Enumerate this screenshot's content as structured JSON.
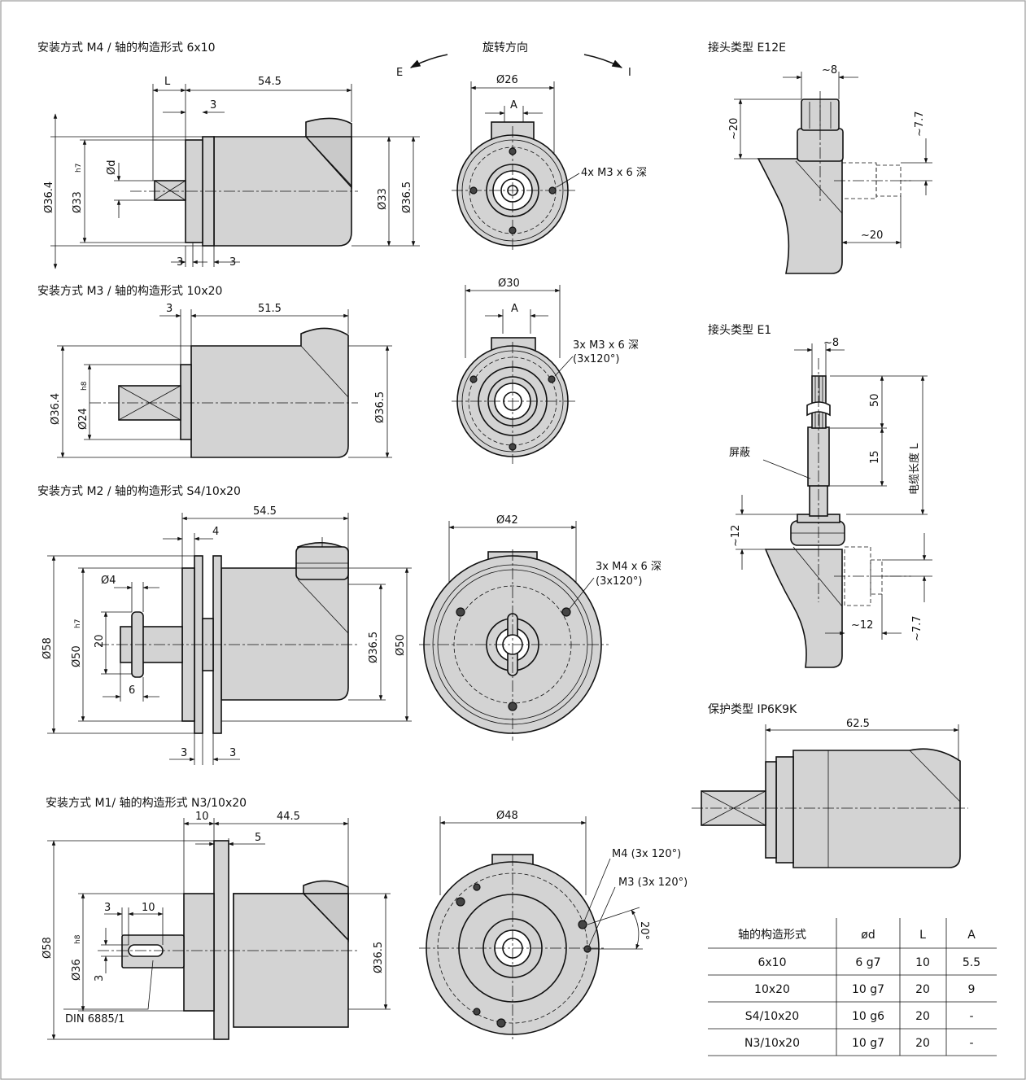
{
  "views": {
    "m4": {
      "title": "安装方式 M4 / 轴的构造形式 6x10",
      "L": "L",
      "len": "54.5",
      "d3a": "3",
      "d3b": "3",
      "d3c": "3",
      "dia364": "Ø36.4",
      "dia33h7": "Ø33",
      "tol33": "h7",
      "phid": "Ød",
      "dia33": "Ø33",
      "dia365": "Ø36.5"
    },
    "rotation": {
      "title": "旋转方向",
      "E": "E",
      "I": "I",
      "dia26": "Ø26",
      "A": "A",
      "holes": "4x M3 x 6 深"
    },
    "m3": {
      "title": "安装方式 M3 / 轴的构造形式 10x20",
      "d3": "3",
      "len": "51.5",
      "dia364": "Ø36.4",
      "dia24": "Ø24",
      "tol24": "h8",
      "dia365": "Ø36.5",
      "dia30": "Ø30",
      "A": "A",
      "holes1": "3x M3 x 6 深",
      "holes2": "(3x120°)"
    },
    "m2": {
      "title": "安装方式 M2 / 轴的构造形式 S4/10x20",
      "len": "54.5",
      "d4": "4",
      "phi4": "Ø4",
      "d20": "20",
      "d6": "6",
      "dia58": "Ø58",
      "dia50h7": "Ø50",
      "tol50": "h7",
      "dia365": "Ø36.5",
      "dia50": "Ø50",
      "d3a": "3",
      "d3b": "3",
      "dia42": "Ø42",
      "holes1": "3x M4 x 6 深",
      "holes2": "(3x120°)"
    },
    "m1": {
      "title": "安装方式 M1/ 轴的构造形式 N3/10x20",
      "d10a": "10",
      "len": "44.5",
      "d5": "5",
      "d3": "3",
      "d10b": "10",
      "dia58": "Ø58",
      "dia36h8": "Ø36",
      "tol36": "h8",
      "d3b": "3",
      "din": "DIN 6885/1",
      "dia365": "Ø36.5",
      "dia48": "Ø48",
      "m4": "M4 (3x 120°)",
      "m3": "M3 (3x 120°)",
      "ang": "20°"
    },
    "e12e": {
      "title": "接头类型 E12E",
      "w8": "~8",
      "h20": "~20",
      "h77": "~7.7",
      "w20": "~20"
    },
    "e1": {
      "title": "接头类型 E1",
      "w8": "~8",
      "d50": "50",
      "d15": "15",
      "cable": "电缆长度 L",
      "shield": "屏蔽",
      "h12": "~12",
      "h77": "~7.7",
      "w12": "~12"
    },
    "ip": {
      "title": "保护类型 IP6K9K",
      "len": "62.5"
    }
  },
  "table": {
    "headers": [
      "轴的构造形式",
      "ød",
      "L",
      "A"
    ],
    "rows": [
      [
        "6x10",
        "6 g7",
        "10",
        "5.5"
      ],
      [
        "10x20",
        "10 g7",
        "20",
        "9"
      ],
      [
        "S4/10x20",
        "10 g6",
        "20",
        "-"
      ],
      [
        "N3/10x20",
        "10 g7",
        "20",
        "-"
      ]
    ]
  }
}
